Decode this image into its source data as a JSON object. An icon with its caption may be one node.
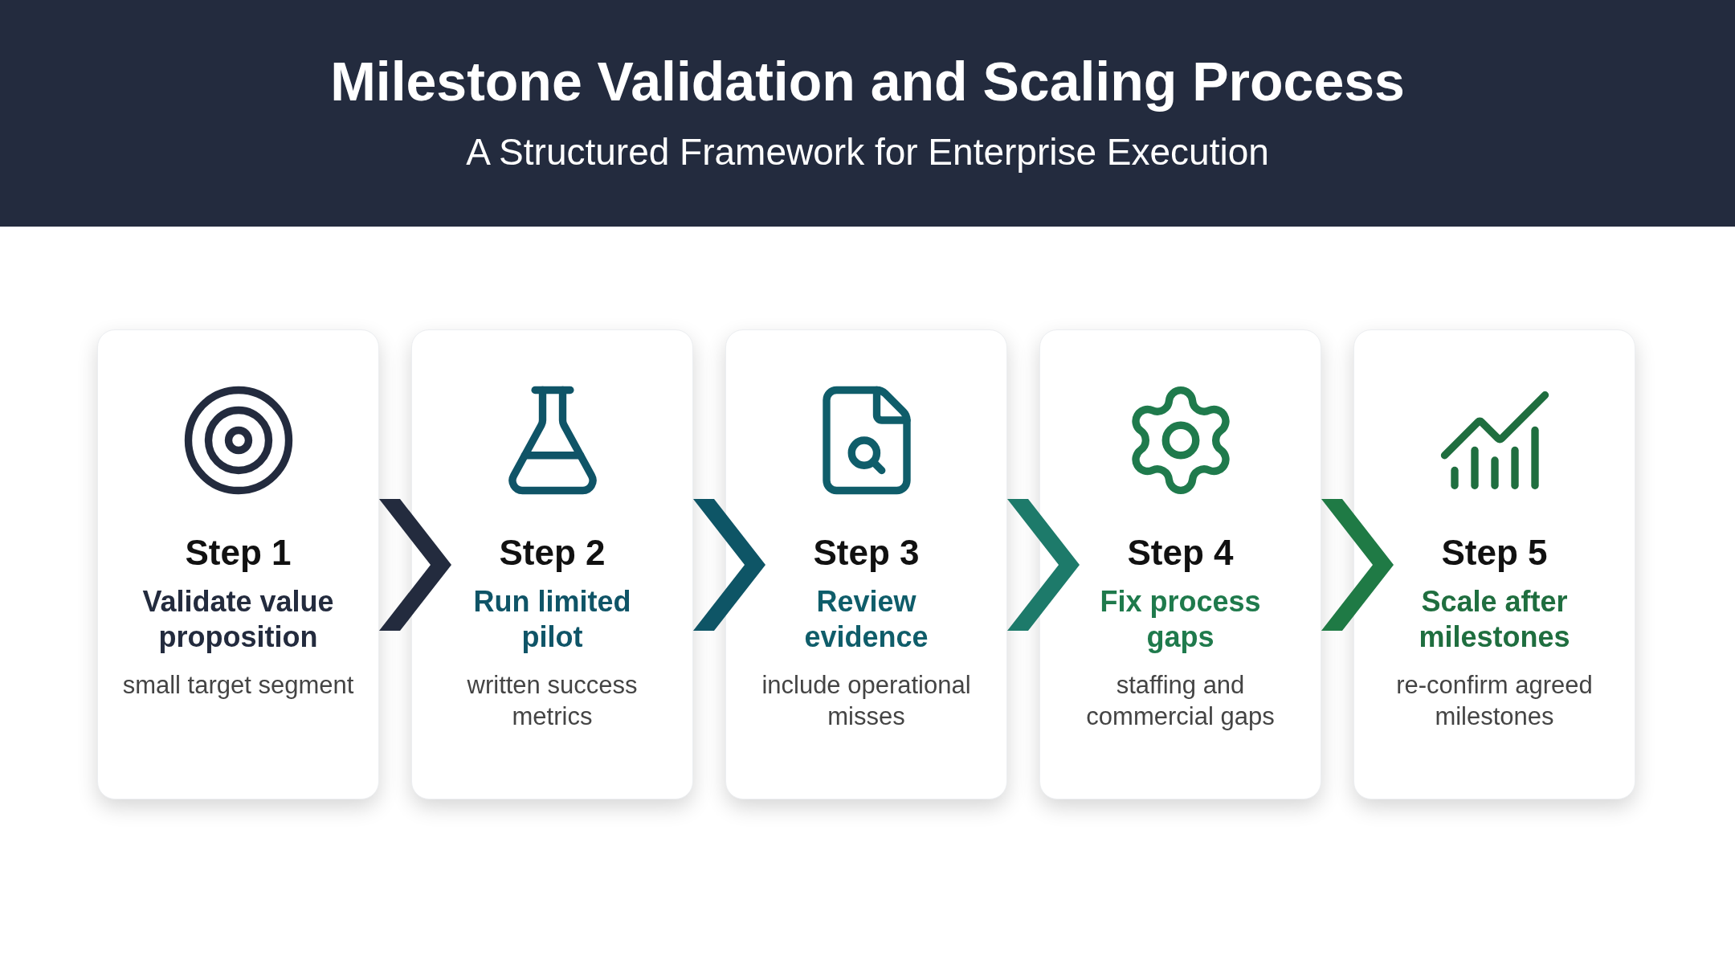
{
  "diagram": {
    "title": "Milestone Validation and Scaling Process",
    "caption": "A Structured Framework for Enterprise Execution",
    "nodes": [
      {
        "text": [
          "Step 1",
          "Validate value proposition",
          "small target segment"
        ]
      },
      {
        "text": [
          "Step 2",
          "Run limited pilot",
          "written success metrics"
        ]
      },
      {
        "text": [
          "Step 3",
          "Review evidence",
          "include operational misses"
        ]
      },
      {
        "text": [
          "Step 4",
          "Fix process gaps",
          "staffing and commercial gaps"
        ]
      },
      {
        "text": [
          "Step 5",
          "Scale after milestones",
          "re-confirm agreed milestones"
        ]
      }
    ],
    "edges": [
      {
        "from": 0,
        "to": 1,
        "arrow": "to",
        "color": "#232b3e"
      },
      {
        "from": 1,
        "to": 2,
        "arrow": "to",
        "color": "#0e5566"
      },
      {
        "from": 2,
        "to": 3,
        "arrow": "to",
        "color": "#1d7a6a"
      },
      {
        "from": 3,
        "to": 4,
        "arrow": "to",
        "color": "#1f7a45"
      }
    ]
  }
}
